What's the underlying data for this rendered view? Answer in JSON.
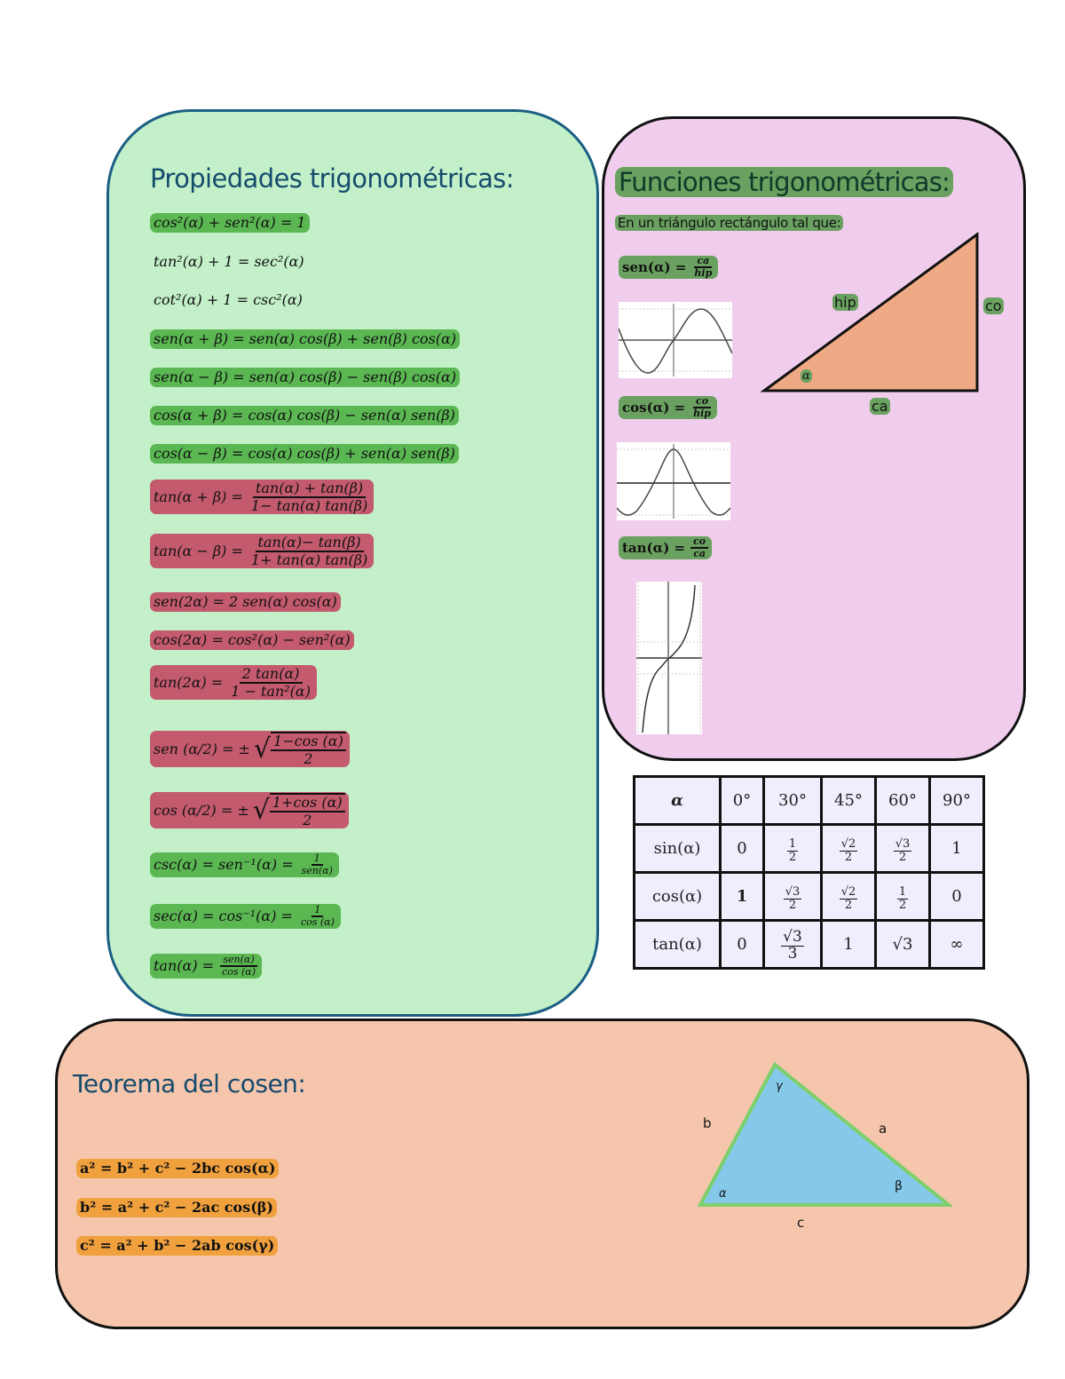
{
  "properties": {
    "title": "Propiedades trigonométricas:",
    "identities": [
      {
        "lhs": "cos²(α) + sen²(α) = 1",
        "highlight": "green"
      },
      {
        "lhs": "tan²(α) + 1 = sec²(α)",
        "highlight": "none"
      },
      {
        "lhs": "cot²(α) + 1 = csc²(α)",
        "highlight": "none"
      },
      {
        "lhs": "sen(α + β) = sen(α) cos(β) + sen(β) cos(α)",
        "highlight": "green"
      },
      {
        "lhs": "sen(α − β) = sen(α) cos(β) − sen(β) cos(α)",
        "highlight": "green"
      },
      {
        "lhs": "cos(α + β) = cos(α) cos(β) − sen(α) sen(β)",
        "highlight": "green"
      },
      {
        "lhs": "cos(α − β) = cos(α) cos(β) + sen(α) sen(β)",
        "highlight": "green"
      },
      {
        "lhs": "tan(α + β) =",
        "num": "tan(α) + tan(β)",
        "den": "1− tan(α) tan(β)",
        "highlight": "red"
      },
      {
        "lhs": "tan(α − β) =",
        "num": "tan(α)− tan(β)",
        "den": "1+ tan(α) tan(β)",
        "highlight": "red"
      },
      {
        "lhs": "sen(2α) = 2 sen(α) cos(α)",
        "highlight": "red"
      },
      {
        "lhs": "cos(2α) = cos²(α) − sen²(α)",
        "highlight": "red"
      },
      {
        "lhs": "tan(2α) =",
        "num": "2 tan(α)",
        "den": "1 − tan²(α)",
        "highlight": "red"
      },
      {
        "lhs": "sen (α/2) = ±",
        "num": "1−cos (α)",
        "den": "2",
        "sqrt": true,
        "highlight": "red"
      },
      {
        "lhs": "cos (α/2) = ±",
        "num": "1+cos (α)",
        "den": "2",
        "sqrt": true,
        "highlight": "red"
      },
      {
        "lhs": "csc(α) = sen⁻¹(α) =",
        "num": "1",
        "den": "sen(α)",
        "highlight": "green"
      },
      {
        "lhs": "sec(α) = cos⁻¹(α) =",
        "num": "1",
        "den": "cos (α)",
        "highlight": "green"
      },
      {
        "lhs": "tan(α) =",
        "num": "sen(α)",
        "den": "cos (α)",
        "highlight": "green"
      }
    ]
  },
  "functions": {
    "title": "Funciones trigonométricas:",
    "intro": "En un triángulo rectángulo tal que:",
    "sen": {
      "lhs": "sen(α) =",
      "num": "ca",
      "den": "hip"
    },
    "cos": {
      "lhs": "cos(α) =",
      "num": "co",
      "den": "hip"
    },
    "tan": {
      "lhs": "tan(α) =",
      "num": "co",
      "den": "ca"
    },
    "triangle": {
      "hyp": "hip",
      "opp": "co",
      "adj": "ca",
      "angle": "α"
    }
  },
  "table": {
    "header": [
      "α",
      "0°",
      "30°",
      "45°",
      "60°",
      "90°"
    ],
    "rows": [
      {
        "label": "sin(α)",
        "values": [
          "0",
          "1/2",
          "√2/2",
          "√3/2",
          "1"
        ]
      },
      {
        "label": "cos(α)",
        "values": [
          "1",
          "√3/2",
          "√2/2",
          "1/2",
          "0"
        ]
      },
      {
        "label": "tan(α)",
        "values": [
          "0",
          "√3/3",
          "1",
          "√3",
          "∞"
        ]
      }
    ]
  },
  "cosine_law": {
    "title": "Teorema del cosen:",
    "formulas": [
      "a² = b²  + c² − 2bc cos(α)",
      "b² = a²  + c² − 2ac cos(β)",
      "c² = a²  + b² − 2ab cos(γ)"
    ],
    "triangle": {
      "side_a": "a",
      "side_b": "b",
      "side_c": "c",
      "angle_alpha": "α",
      "angle_beta": "β",
      "angle_gamma": "γ"
    },
    "colors": {
      "fill": "#85c9ea",
      "stroke": "#7ccf6b"
    }
  },
  "colors": {
    "props_bg": "#c3f0c8",
    "props_border": "#1a5f84",
    "funcs_bg": "#f0cdec",
    "cos_bg": "#f6c6ac",
    "green_highlight": "#5ab752",
    "red_highlight": "#c35a6e",
    "orange_highlight": "#f0a13e"
  }
}
